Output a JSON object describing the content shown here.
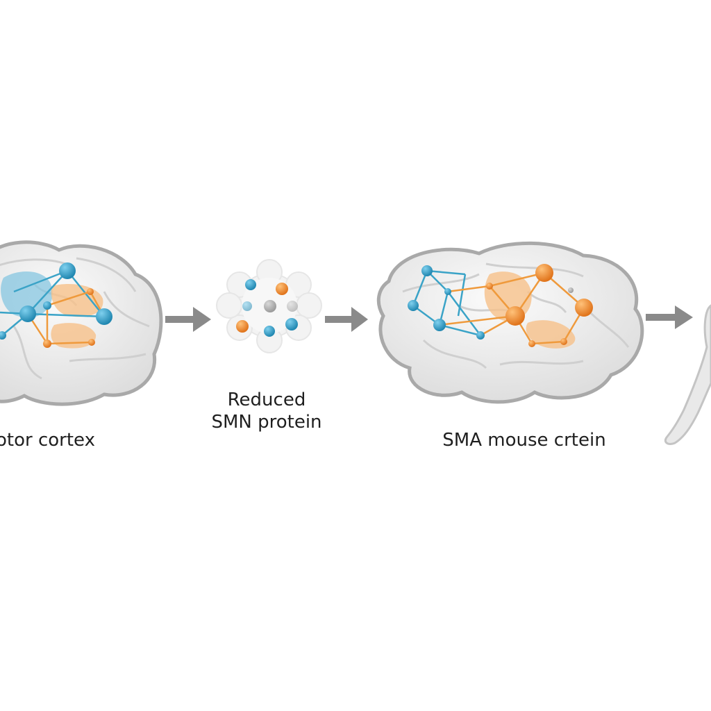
{
  "stages": [
    {
      "name": "motor-cortex",
      "label": "otor cortex"
    },
    {
      "name": "smn-protein",
      "label_line1": "Reduced",
      "label_line2": "SMN protein"
    },
    {
      "name": "sma-mouse",
      "label": "SMA mouse crtein"
    },
    {
      "name": "mouse-figure",
      "label": ""
    }
  ],
  "colors": {
    "brain_fill": "#f1f1f1",
    "brain_outline": "#b9b9b9",
    "blue_node": "#2f9fc7",
    "orange_node": "#ef8a2a",
    "orange_region": "#f6c08a",
    "blue_region": "#86c6e0",
    "arrow": "#8a8a8a",
    "text": "#1f1f1f"
  },
  "icons": [
    "brain-outline-icon",
    "neuron-network-icon",
    "protein-cluster-icon",
    "right-arrow-icon",
    "mouse-silhouette-icon"
  ]
}
